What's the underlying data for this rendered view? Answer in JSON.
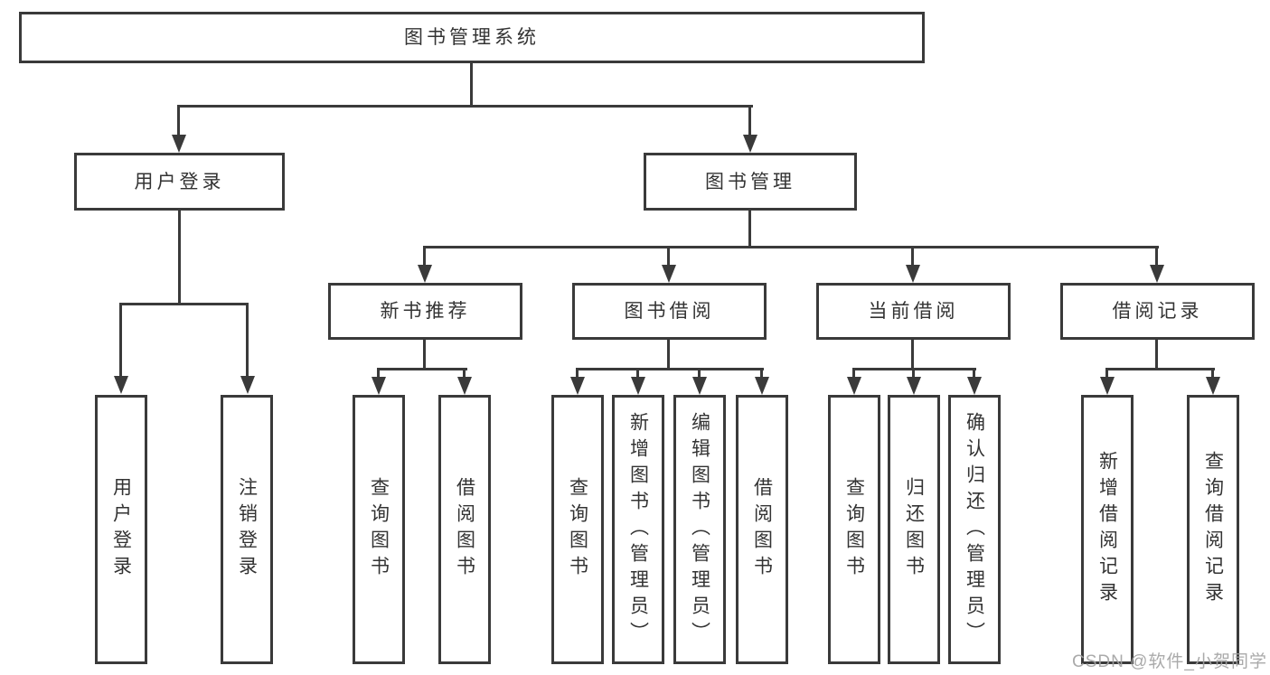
{
  "diagram": {
    "type": "functional-structure-tree",
    "nodes": {
      "root": {
        "label": "图书管理系统"
      },
      "user_login": {
        "label": "用户登录"
      },
      "book_mgmt": {
        "label": "图书管理"
      },
      "new_books": {
        "label": "新书推荐"
      },
      "book_borrow": {
        "label": "图书借阅"
      },
      "current_borrow": {
        "label": "当前借阅"
      },
      "borrow_records": {
        "label": "借阅记录"
      },
      "leaf_user_login": {
        "label": "用户登录"
      },
      "leaf_logout": {
        "label": "注销登录"
      },
      "leaf_nb_query": {
        "label": "查询图书"
      },
      "leaf_nb_borrow": {
        "label": "借阅图书"
      },
      "leaf_bb_query": {
        "label": "查询图书"
      },
      "leaf_bb_add": {
        "label": "新增图书（管理员）"
      },
      "leaf_bb_edit": {
        "label": "编辑图书（管理员）"
      },
      "leaf_bb_borrow": {
        "label": "借阅图书"
      },
      "leaf_cb_query": {
        "label": "查询图书"
      },
      "leaf_cb_return": {
        "label": "归还图书"
      },
      "leaf_cb_confirm": {
        "label": "确认归还（管理员）"
      },
      "leaf_br_add": {
        "label": "新增借阅记录"
      },
      "leaf_br_query": {
        "label": "查询借阅记录"
      }
    },
    "edges": [
      [
        "root",
        "user_login"
      ],
      [
        "root",
        "book_mgmt"
      ],
      [
        "user_login",
        "leaf_user_login"
      ],
      [
        "user_login",
        "leaf_logout"
      ],
      [
        "book_mgmt",
        "new_books"
      ],
      [
        "book_mgmt",
        "book_borrow"
      ],
      [
        "book_mgmt",
        "current_borrow"
      ],
      [
        "book_mgmt",
        "borrow_records"
      ],
      [
        "new_books",
        "leaf_nb_query"
      ],
      [
        "new_books",
        "leaf_nb_borrow"
      ],
      [
        "book_borrow",
        "leaf_bb_query"
      ],
      [
        "book_borrow",
        "leaf_bb_add"
      ],
      [
        "book_borrow",
        "leaf_bb_edit"
      ],
      [
        "book_borrow",
        "leaf_bb_borrow"
      ],
      [
        "current_borrow",
        "leaf_cb_query"
      ],
      [
        "current_borrow",
        "leaf_cb_return"
      ],
      [
        "current_borrow",
        "leaf_cb_confirm"
      ],
      [
        "borrow_records",
        "leaf_br_add"
      ],
      [
        "borrow_records",
        "leaf_br_query"
      ]
    ],
    "colors": {
      "line": "#3a3a3a",
      "text": "#333333",
      "background": "#ffffff",
      "watermark": "#a3a3a3"
    },
    "watermark": {
      "text": "CSDN @软件_小贺同学"
    }
  }
}
